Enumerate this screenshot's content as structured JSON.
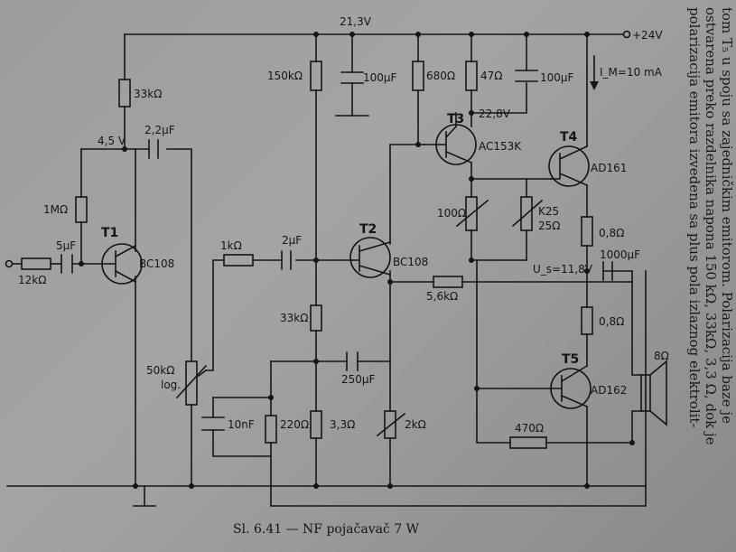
{
  "caption": "Sl. 6.41 — NF pojačavač 7 W",
  "supply": {
    "rail_voltage": "21,3V",
    "input_voltage": "+24V",
    "current": "I_M=10 mA"
  },
  "nodes": {
    "t1_base_voltage": "4,5 V",
    "t3_emitter_voltage": "22,8V",
    "output_voltage": "U_s=11,8V"
  },
  "transistors": [
    {
      "id": "T1",
      "type": "BC108"
    },
    {
      "id": "T2",
      "type": "BC108"
    },
    {
      "id": "T3",
      "type": "AC153K"
    },
    {
      "id": "T4",
      "type": "AD161"
    },
    {
      "id": "T5",
      "type": "AD162"
    }
  ],
  "resistors": {
    "r_in": "12kΩ",
    "r_t1_top": "33kΩ",
    "r_t1_fb": "1MΩ",
    "r_t2_in": "1kΩ",
    "r_bias_top": "150kΩ",
    "r_bias_bot": "33kΩ",
    "r_t3_base": "680Ω",
    "r_t3_em": "47Ω",
    "r_fb": "5,6kΩ",
    "r_em4": "0,8Ω",
    "r_em5": "0,8Ω",
    "r_470": "470Ω",
    "r_220": "220Ω",
    "r_3_3": "3,3Ω",
    "trim_100": "100Ω",
    "trim_25": "K25\n25Ω",
    "trim_2k": "2kΩ",
    "pot": "50kΩ\nlog."
  },
  "capacitors": {
    "c_in": "5μF",
    "c_couple": "2,2μF",
    "c_t2": "2μF",
    "c_rail": "100μF",
    "c_t3": "100μF",
    "c_fb": "250μF",
    "c_10n": "10nF",
    "c_out": "1000μF"
  },
  "speaker": "8Ω",
  "side_text": [
    "tom T₅ u spoju sa zajedničkim emitorom. Polarizacija baze je",
    "ostvarena preko razdelnika napona 150 kΩ, 33kΩ, 3,3 Ω, dok je",
    "polarizacija emitora izvedena sa plus pola izlaznog elektrolit-"
  ]
}
